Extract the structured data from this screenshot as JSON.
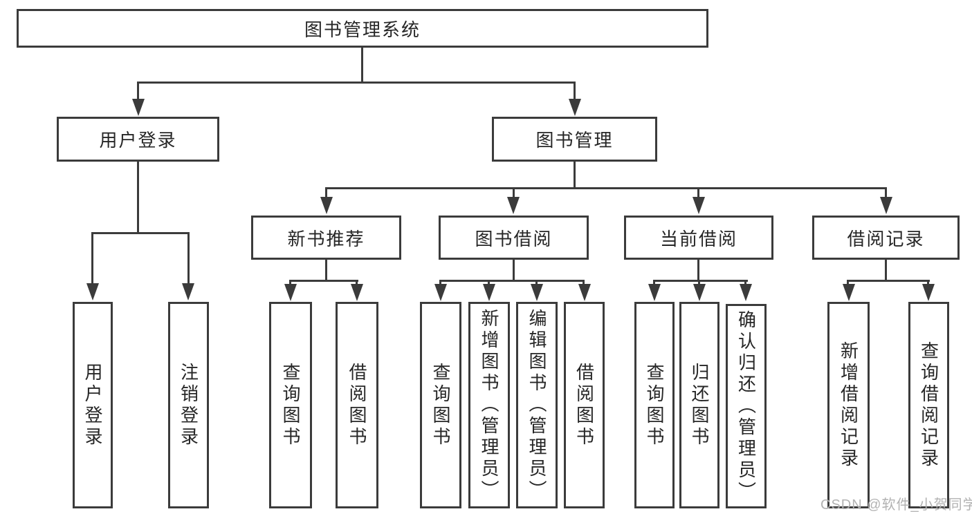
{
  "diagram_title": "图书管理系统",
  "tree": {
    "root": {
      "label": "图书管理系统"
    },
    "login": {
      "label": "用户登录",
      "children": [
        {
          "label": "用户登录"
        },
        {
          "label": "注销登录"
        }
      ]
    },
    "mgmt": {
      "label": "图书管理",
      "children": [
        {
          "label": "新书推荐",
          "children": [
            {
              "label": "查询图书"
            },
            {
              "label": "借阅图书"
            }
          ]
        },
        {
          "label": "图书借阅",
          "children": [
            {
              "label": "查询图书"
            },
            {
              "label": "新增图书（管理员）"
            },
            {
              "label": "编辑图书（管理员）"
            },
            {
              "label": "借阅图书"
            }
          ]
        },
        {
          "label": "当前借阅",
          "children": [
            {
              "label": "查询图书"
            },
            {
              "label": "归还图书"
            },
            {
              "label": "确认归还（管理员）"
            }
          ]
        },
        {
          "label": "借阅记录",
          "children": [
            {
              "label": "新增借阅记录"
            },
            {
              "label": "查询借阅记录"
            }
          ]
        }
      ]
    }
  },
  "watermark": "CSDN @软件_小贺同学",
  "colors": {
    "line": "#3b3b3b",
    "text": "#262626",
    "background": "#ffffff",
    "watermark": "#b2b2b2"
  }
}
